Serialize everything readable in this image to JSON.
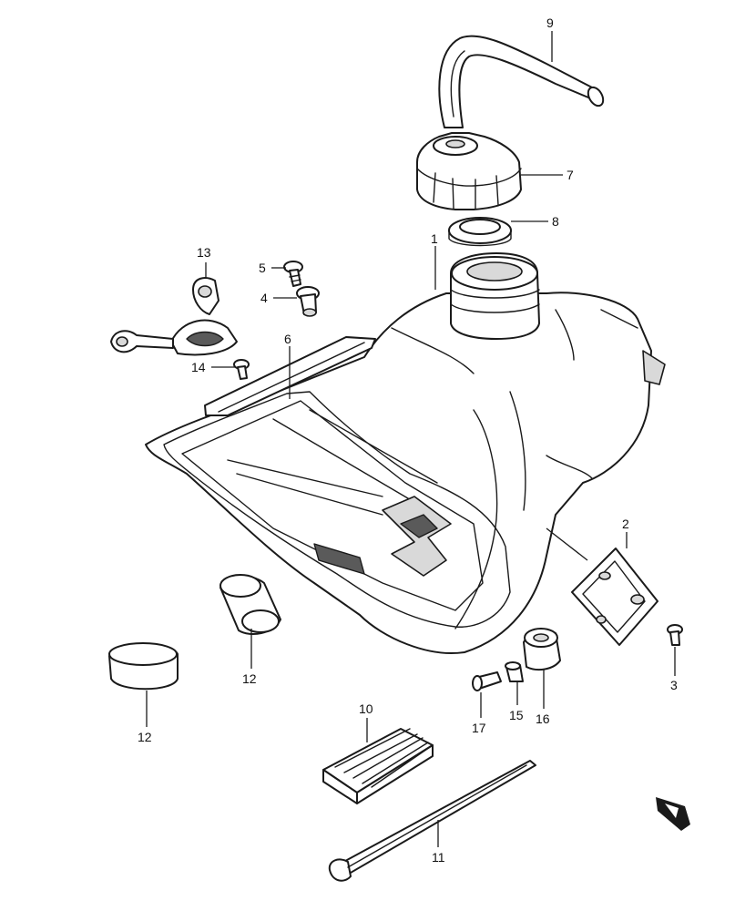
{
  "callouts": {
    "c1": "1",
    "c2": "2",
    "c3": "3",
    "c4": "4",
    "c5": "5",
    "c6": "6",
    "c7": "7",
    "c8": "8",
    "c9": "9",
    "c10": "10",
    "c11": "11",
    "c12a": "12",
    "c12b": "12",
    "c13": "13",
    "c14": "14",
    "c15": "15",
    "c16": "16",
    "c17": "17"
  },
  "icons": {
    "corner": "front-direction-arrow-icon"
  }
}
